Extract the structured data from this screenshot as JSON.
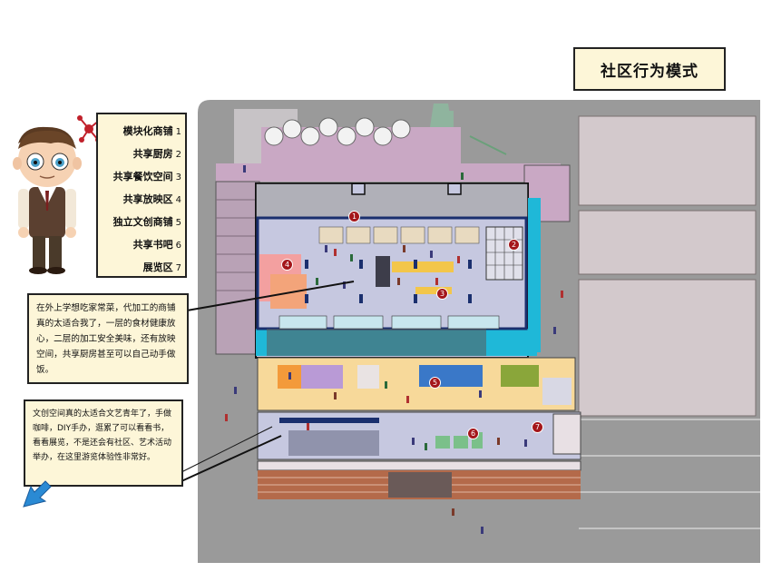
{
  "title": "社区行为模式",
  "legend": [
    {
      "label": "模块化商铺",
      "num": "1"
    },
    {
      "label": "共享厨房",
      "num": "2"
    },
    {
      "label": "共享餐饮空间",
      "num": "3"
    },
    {
      "label": "共享放映区",
      "num": "4"
    },
    {
      "label": "独立文创商铺",
      "num": "5"
    },
    {
      "label": "共享书吧",
      "num": "6"
    },
    {
      "label": "展览区",
      "num": "7"
    }
  ],
  "note1": "在外上学想吃家常菜，代加工的商铺真的太适合我了，一层的食材健康放心，二层的加工安全美味，还有放映空间，共享厨房甚至可以自己动手做饭。",
  "note2": "文创空间真的太适合文艺青年了，手做咖啡，DIY手办，逛累了可以看看书，看看展览，不是还会有社区、艺术活动举办，在这里游览体验性非常好。",
  "markers": [
    "1",
    "2",
    "3",
    "4",
    "5",
    "6",
    "7"
  ],
  "colors": {
    "cream": "#fdf6d8",
    "water": "#1fb8d8",
    "navy": "#1a2f6e",
    "marker": "#a4161a",
    "paving": "#9a9a9a",
    "building": "#d3c9cc"
  }
}
